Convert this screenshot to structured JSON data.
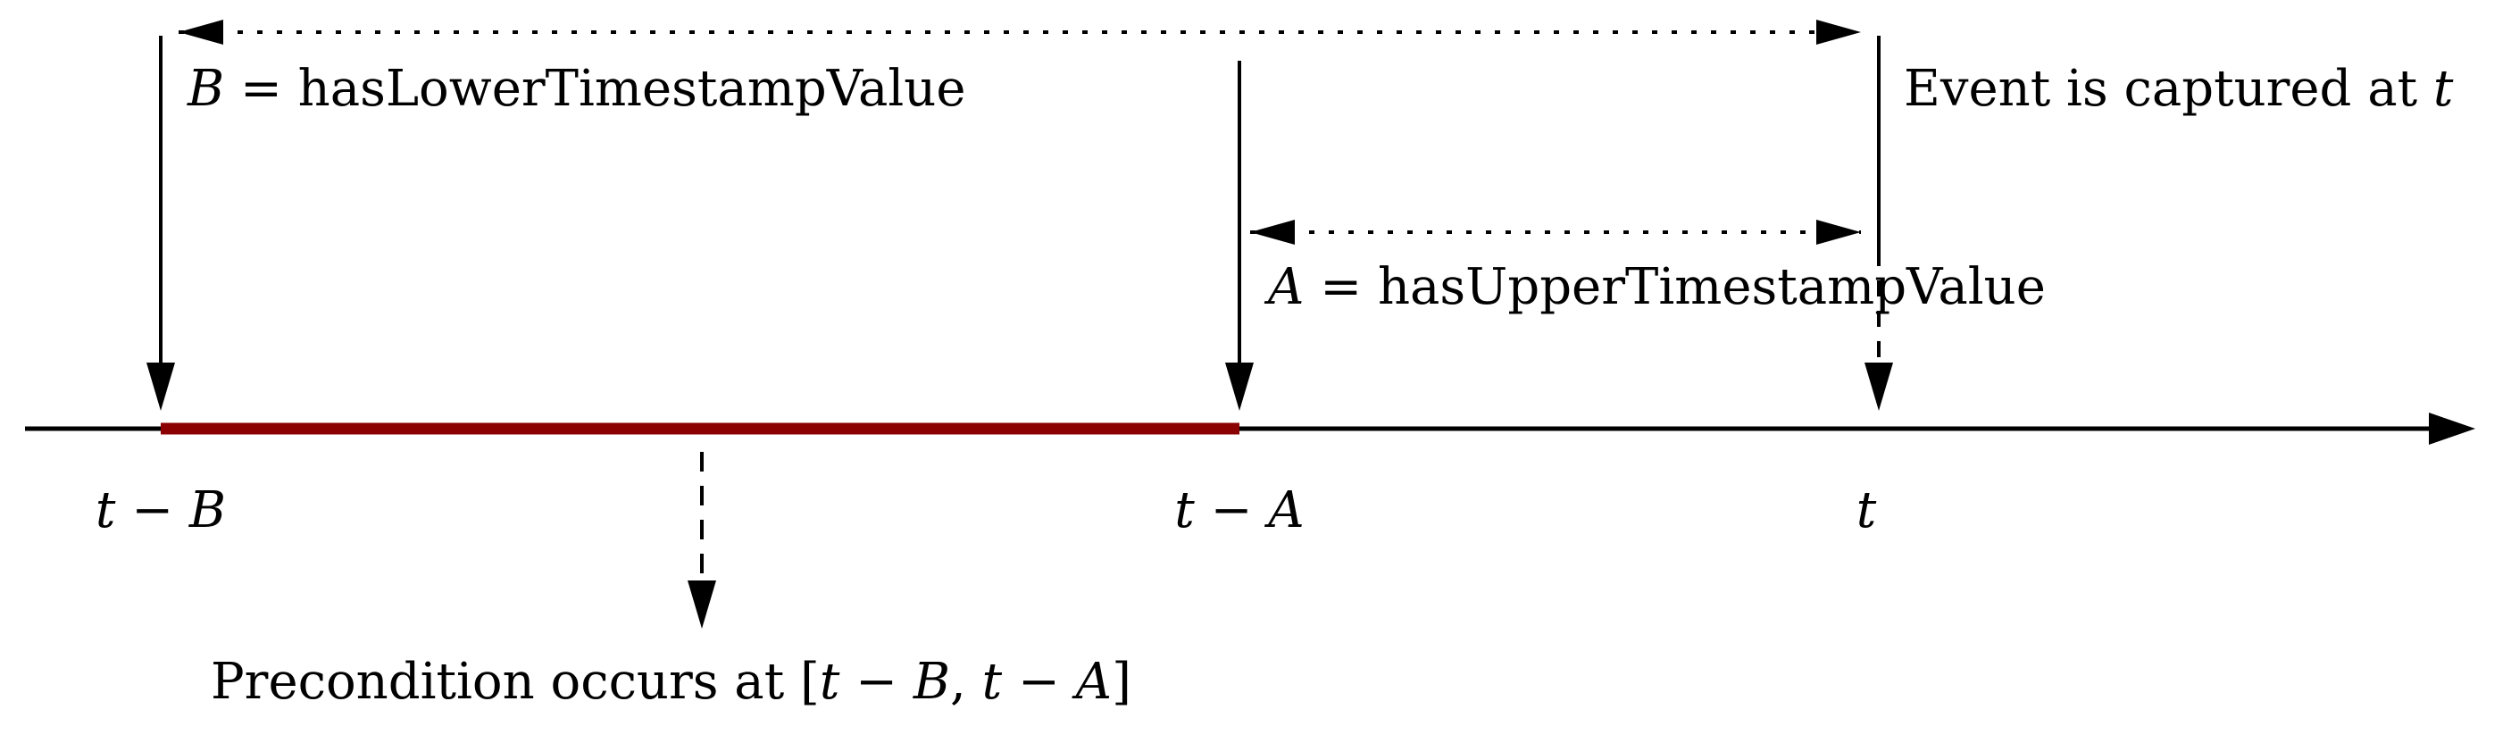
{
  "diagram": {
    "labels": {
      "lower_var": "B",
      "lower_eq": " = hasLowerTimestampValue",
      "upper_var": "A",
      "upper_eq": " = hasUpperTimestampValue",
      "event_text": "Event is captured at ",
      "event_var": "t",
      "tick_t_minus_b": "t − B",
      "tick_t_minus_a": "t − A",
      "tick_t": "t",
      "precondition_text": "Precondition occurs at [",
      "precondition_p1": "t − B",
      "precondition_sep": ", ",
      "precondition_p2": "t − A",
      "precondition_close": "]"
    },
    "colors": {
      "interval": "#8b0000",
      "ink": "#000000"
    }
  }
}
